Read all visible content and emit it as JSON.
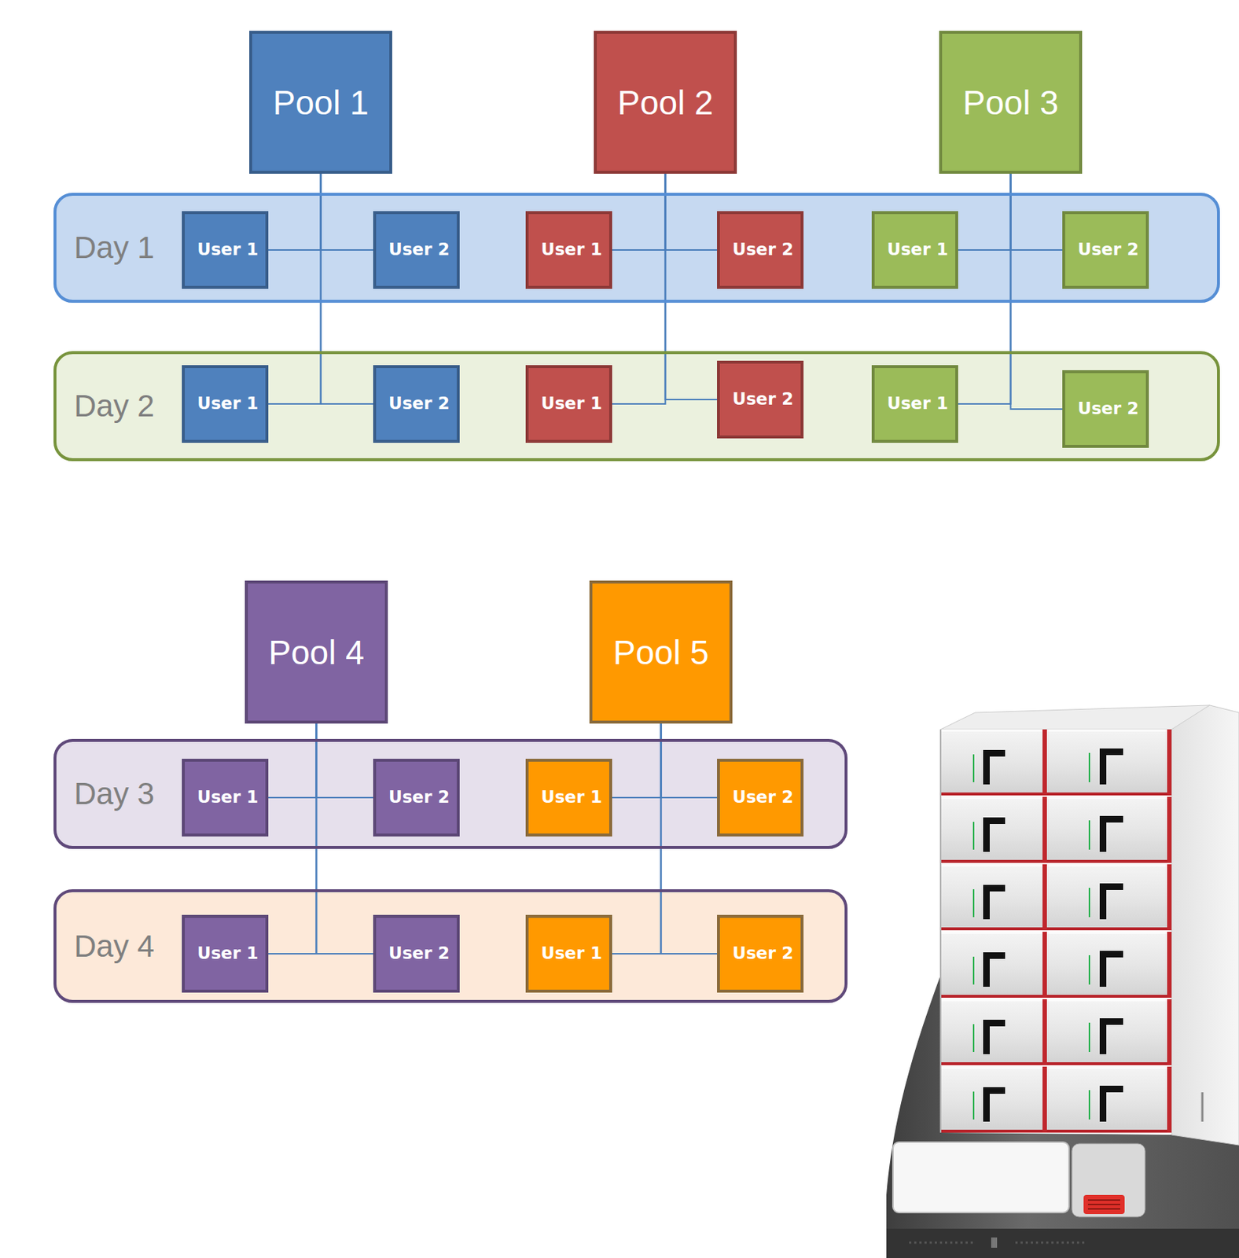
{
  "diagram": {
    "nodes": [
      {
        "text": [
          "Pool 1"
        ]
      },
      {
        "text": [
          "Pool 2"
        ]
      },
      {
        "text": [
          "Pool 3"
        ]
      },
      {
        "text": [
          "Day 1"
        ]
      },
      {
        "text": [
          "User 1"
        ],
        "in": 3
      },
      {
        "text": [
          "User 2"
        ],
        "in": 3
      },
      {
        "text": [
          "User 1"
        ],
        "in": 3
      },
      {
        "text": [
          "User 2"
        ],
        "in": 3
      },
      {
        "text": [
          "User 1"
        ],
        "in": 3
      },
      {
        "text": [
          "User 2"
        ],
        "in": 3
      },
      {
        "text": [
          "Day 2"
        ]
      },
      {
        "text": [
          "User 1"
        ],
        "in": 10
      },
      {
        "text": [
          "User 2"
        ],
        "in": 10
      },
      {
        "text": [
          "User 1"
        ],
        "in": 10
      },
      {
        "text": [
          "User 2"
        ],
        "in": 10
      },
      {
        "text": [
          "User 1"
        ],
        "in": 10
      },
      {
        "text": [
          "User 2"
        ],
        "in": 10
      },
      {
        "text": [
          "Pool 4"
        ]
      },
      {
        "text": [
          "Pool 5"
        ]
      },
      {
        "text": [
          "Day 3"
        ]
      },
      {
        "text": [
          "User 1"
        ],
        "in": 19
      },
      {
        "text": [
          "User 2"
        ],
        "in": 19
      },
      {
        "text": [
          "User 1"
        ],
        "in": 19
      },
      {
        "text": [
          "User 2"
        ],
        "in": 19
      },
      {
        "text": [
          "Day 4"
        ]
      },
      {
        "text": [
          "User 1"
        ],
        "in": 24
      },
      {
        "text": [
          "User 2"
        ],
        "in": 24
      },
      {
        "text": [
          "User 1"
        ],
        "in": 24
      },
      {
        "text": [
          "User 2"
        ],
        "in": 24
      }
    ],
    "edges": [
      {
        "from": 0,
        "to": 4,
        "arrow": "none"
      },
      {
        "from": 0,
        "to": 5,
        "arrow": "none"
      },
      {
        "from": 0,
        "to": 11,
        "arrow": "none"
      },
      {
        "from": 0,
        "to": 12,
        "arrow": "none"
      },
      {
        "from": 1,
        "to": 6,
        "arrow": "none"
      },
      {
        "from": 1,
        "to": 7,
        "arrow": "none"
      },
      {
        "from": 1,
        "to": 13,
        "arrow": "none"
      },
      {
        "from": 1,
        "to": 14,
        "arrow": "none"
      },
      {
        "from": 2,
        "to": 8,
        "arrow": "none"
      },
      {
        "from": 2,
        "to": 9,
        "arrow": "none"
      },
      {
        "from": 2,
        "to": 15,
        "arrow": "none"
      },
      {
        "from": 2,
        "to": 16,
        "arrow": "none"
      },
      {
        "from": 17,
        "to": 20,
        "arrow": "none"
      },
      {
        "from": 17,
        "to": 21,
        "arrow": "none"
      },
      {
        "from": 17,
        "to": 25,
        "arrow": "none"
      },
      {
        "from": 17,
        "to": 26,
        "arrow": "none"
      },
      {
        "from": 18,
        "to": 22,
        "arrow": "none"
      },
      {
        "from": 18,
        "to": 23,
        "arrow": "none"
      },
      {
        "from": 18,
        "to": 27,
        "arrow": "none"
      },
      {
        "from": 18,
        "to": 28,
        "arrow": "none"
      }
    ]
  }
}
